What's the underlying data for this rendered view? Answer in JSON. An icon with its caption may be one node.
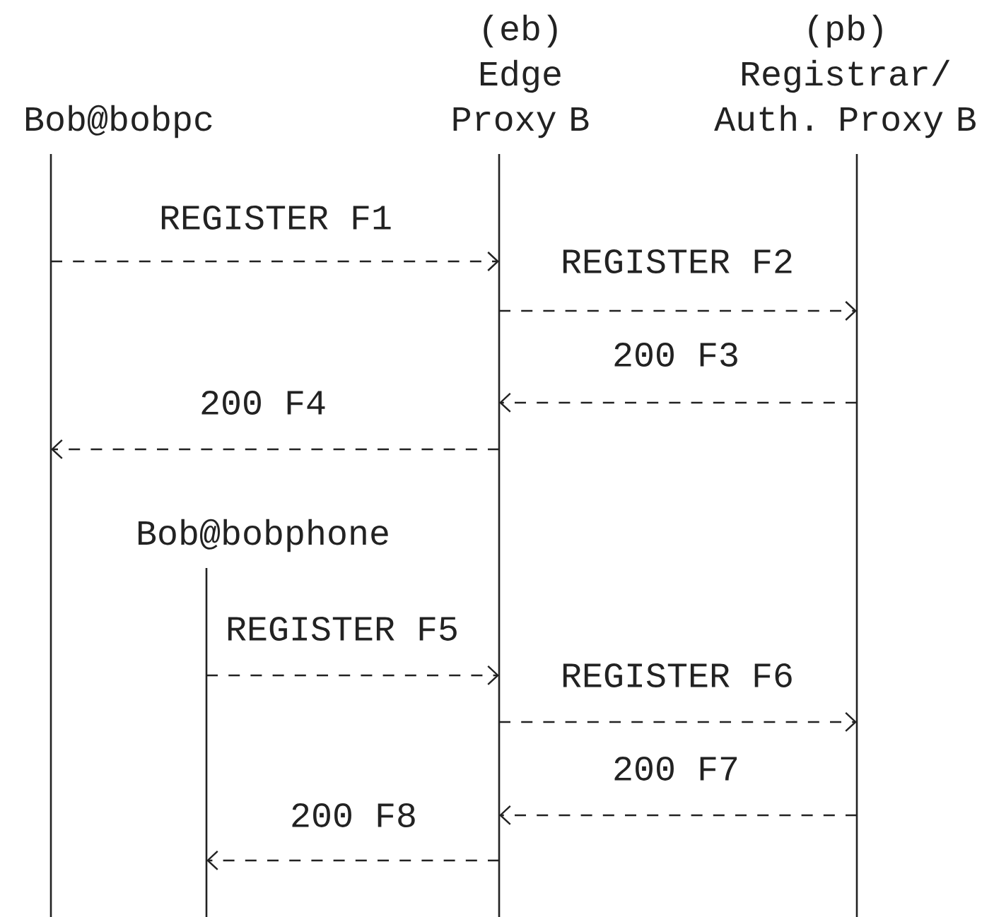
{
  "diagram": {
    "nodes": [
      {
        "text": [
          "Bob@bobpc"
        ]
      },
      {
        "text": [
          "(eb)",
          "Edge Proxy B"
        ]
      },
      {
        "text": [
          "(pb)",
          "Registrar/ Auth. Proxy B"
        ]
      },
      {
        "text": [
          "Bob@bobphone"
        ]
      }
    ],
    "edges": [
      {
        "from": 0,
        "to": 1,
        "arrow": "to",
        "style": "dashed",
        "label": "REGISTER F1"
      },
      {
        "from": 1,
        "to": 2,
        "arrow": "to",
        "style": "dashed",
        "label": "REGISTER F2"
      },
      {
        "from": 2,
        "to": 1,
        "arrow": "to",
        "style": "dashed",
        "label": "200 F3"
      },
      {
        "from": 1,
        "to": 0,
        "arrow": "to",
        "style": "dashed",
        "label": "200 F4"
      },
      {
        "from": 3,
        "to": 1,
        "arrow": "to",
        "style": "dashed",
        "label": "REGISTER F5"
      },
      {
        "from": 1,
        "to": 2,
        "arrow": "to",
        "style": "dashed",
        "label": "REGISTER F6"
      },
      {
        "from": 2,
        "to": 1,
        "arrow": "to",
        "style": "dashed",
        "label": "200 F7"
      },
      {
        "from": 1,
        "to": 3,
        "arrow": "to",
        "style": "dashed",
        "label": "200 F8"
      }
    ]
  }
}
